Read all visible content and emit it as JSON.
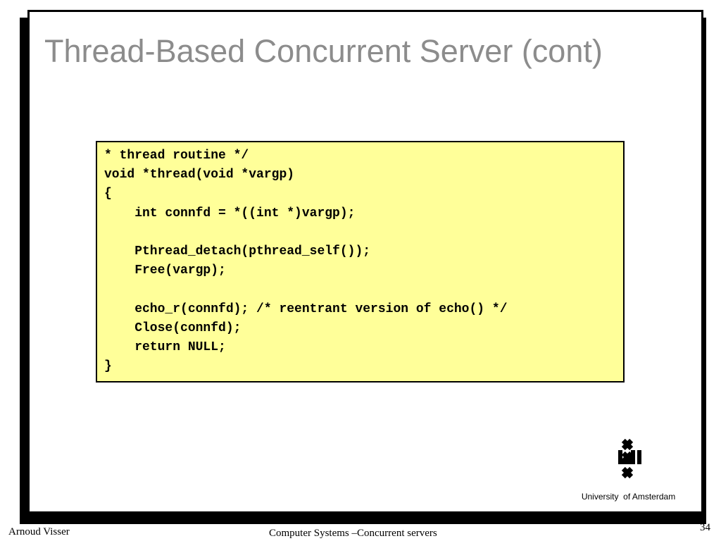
{
  "slide": {
    "title": "Thread-Based Concurrent Server (cont)",
    "code": "* thread routine */\nvoid *thread(void *vargp)\n{\n    int connfd = *((int *)vargp);\n\n    Pthread_detach(pthread_self());\n    Free(vargp);\n\n    echo_r(connfd); /* reentrant version of echo() */\n    Close(connfd);\n    return NULL;\n}"
  },
  "logo": {
    "icon": "university-of-amsterdam-crosses-logo",
    "text": "University  of Amsterdam"
  },
  "footer": {
    "author": "Arnoud Visser",
    "course": "Computer Systems –Concurrent servers",
    "page_number": "34"
  },
  "colors": {
    "title": "#8c8c8c",
    "code_background": "#ffff99",
    "frame": "#000000"
  }
}
